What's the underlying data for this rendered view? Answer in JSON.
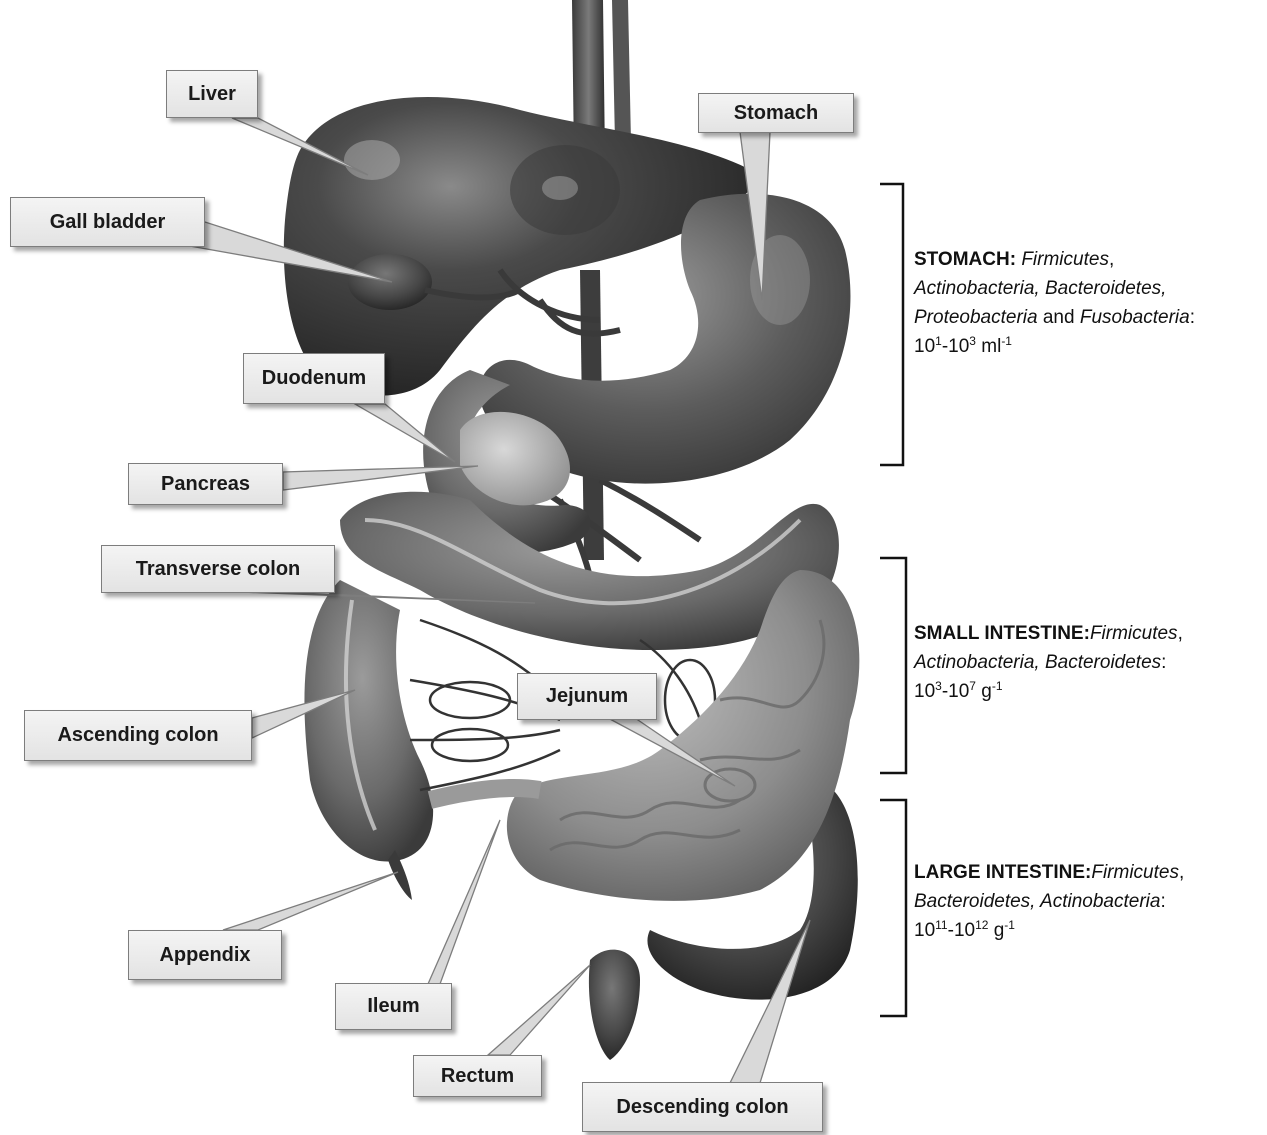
{
  "labels": {
    "liver": "Liver",
    "stomach": "Stomach",
    "gall_bladder": "Gall bladder",
    "duodenum": "Duodenum",
    "pancreas": "Pancreas",
    "transverse_colon": "Transverse colon",
    "jejunum": "Jejunum",
    "ascending_colon": "Ascending colon",
    "appendix": "Appendix",
    "ileum": "Ileum",
    "rectum": "Rectum",
    "descending_colon": "Descending colon"
  },
  "annotations": {
    "stomach": {
      "heading": "STOMACH:",
      "phyla_1": "Firmicutes",
      "sep_1": ",",
      "phyla_2": "Actinobacteria, Bacteroidetes,",
      "phyla_3": "Proteobacteria",
      "conj": " and ",
      "phyla_4": "Fusobacteria",
      "colon": ":",
      "count_base_1": "10",
      "count_exp_1": "1",
      "count_dash": "-",
      "count_base_2": "10",
      "count_exp_2": "3",
      "count_unit": " ml",
      "count_unit_exp": "-1"
    },
    "small_intestine": {
      "heading": "SMALL INTESTINE:",
      "phyla_1": "Firmicutes",
      "sep_1": ",",
      "phyla_2": "Actinobacteria, Bacteroidetes",
      "colon": ":",
      "count_base_1": "10",
      "count_exp_1": "3",
      "count_dash": "-",
      "count_base_2": "10",
      "count_exp_2": "7",
      "count_unit": " g",
      "count_unit_exp": "-1"
    },
    "large_intestine": {
      "heading": "LARGE INTESTINE:",
      "phyla_1": "Firmicutes",
      "sep_1": ",",
      "phyla_2": "Bacteroidetes, Actinobacteria",
      "colon": ":",
      "count_base_1": "10",
      "count_exp_1": "11",
      "count_dash": "-",
      "count_base_2": "10",
      "count_exp_2": "12",
      "count_unit": " g",
      "count_unit_exp": "-1"
    }
  }
}
